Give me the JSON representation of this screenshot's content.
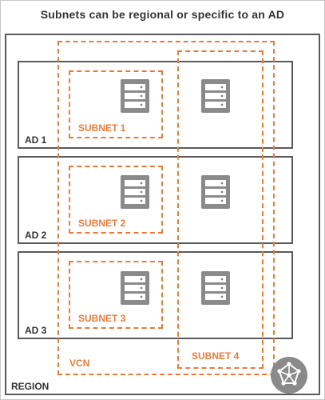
{
  "title": "Subnets can be regional or specific to an AD",
  "region": {
    "label": "REGION"
  },
  "availability_domains": [
    {
      "label": "AD 1"
    },
    {
      "label": "AD 2"
    },
    {
      "label": "AD 3"
    }
  ],
  "vcn": {
    "label": "VCN",
    "icon": "vcn-network-icon"
  },
  "subnets": [
    {
      "label": "SUBNET 1",
      "scope": "AD 1"
    },
    {
      "label": "SUBNET 2",
      "scope": "AD 2"
    },
    {
      "label": "SUBNET 3",
      "scope": "AD 3"
    },
    {
      "label": "SUBNET 4",
      "scope": "regional"
    }
  ],
  "icons": {
    "server": "server-icon"
  },
  "colors": {
    "subnet_outline": "#ee7a3a",
    "ad_border": "#5a5a5a",
    "server_fill": "#8a8a8a",
    "vcn_icon_fill": "#8a8a8a"
  }
}
